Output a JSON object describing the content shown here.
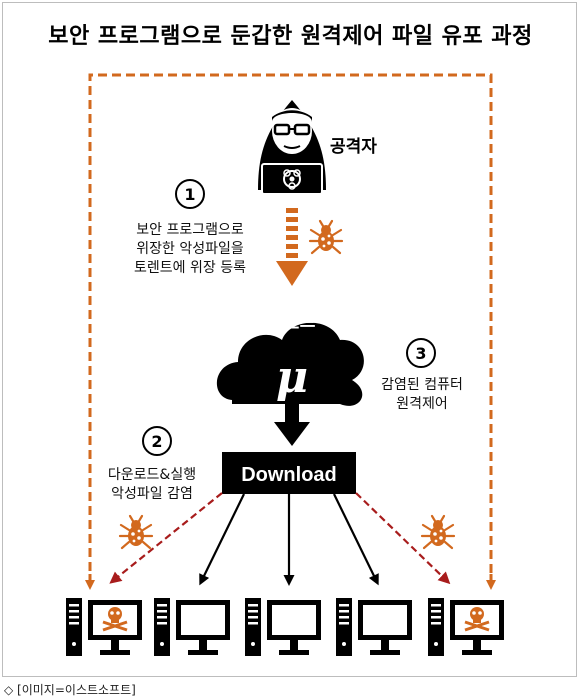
{
  "title": "보안 프로그램으로 둔갑한 원격제어 파일 유포 과정",
  "attacker_label": "공격자",
  "step1": {
    "number": "1",
    "lines": [
      "보안 프로그램으로",
      "위장한 악성파일을",
      "토렌트에 위장 등록"
    ]
  },
  "step2": {
    "number": "2",
    "lines": [
      "다운로드&실행",
      "악성파일 감염"
    ]
  },
  "step3": {
    "number": "3",
    "lines": [
      "감염된 컴퓨터",
      "원격제어"
    ]
  },
  "torrent_label": "토렌트",
  "torrent_symbol": "μ",
  "download_label": "Download",
  "caption": "◇ [이미지=이스트소프트]",
  "colors": {
    "orange": "#d2691e",
    "dark_red": "#a81c1c",
    "black": "#000000"
  }
}
